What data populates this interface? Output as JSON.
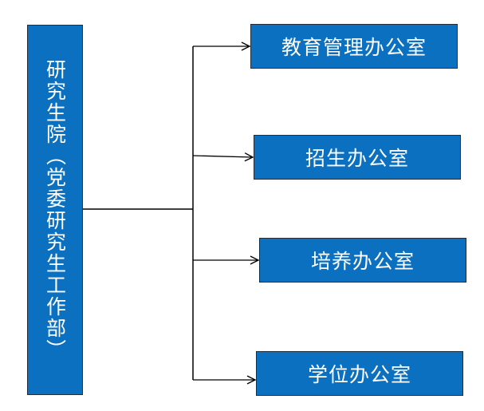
{
  "colors": {
    "box_fill": "#0b70c0",
    "connector": "#000000"
  },
  "root": {
    "label": "研究生院（党委研究生工作部）"
  },
  "children": [
    {
      "label": "教育管理办公室"
    },
    {
      "label": "招生办公室"
    },
    {
      "label": "培养办公室"
    },
    {
      "label": "学位办公室"
    }
  ]
}
